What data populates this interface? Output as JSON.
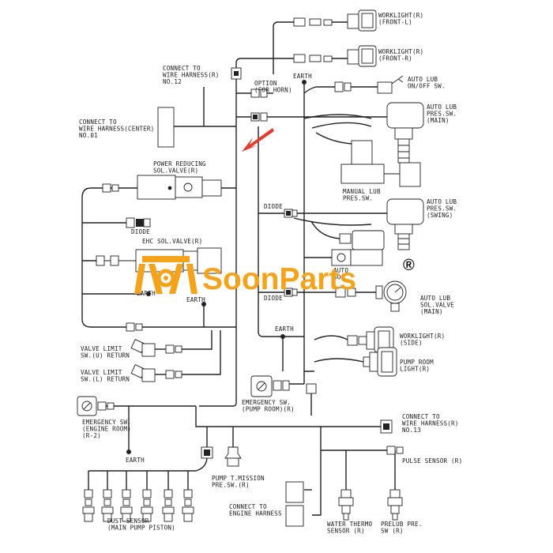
{
  "brand": {
    "name": "SoonParts",
    "mark": "®",
    "color": "#f5a31a",
    "arrow_color": "#e53b2e"
  },
  "labels": {
    "worklight_front_l": [
      "WORKLIGHT(R)",
      "(FRONT-L)"
    ],
    "worklight_front_r": [
      "WORKLIGHT(R)",
      "(FRONT-R)"
    ],
    "connect_wh12": [
      "CONNECT TO",
      "WIRE HARNESS(R)",
      "NO.12"
    ],
    "earth_top": "EARTH",
    "option_horn": [
      "OPTION",
      "(FOR HORN)"
    ],
    "auto_lub_onoff": [
      "AUTO LUB",
      "ON/OFF SW."
    ],
    "auto_lub_pres_main": [
      "AUTO LUB",
      "PRES.SW.",
      "(MAIN)"
    ],
    "connect_center": [
      "CONNECT TO",
      "WIRE HARNESS(CENTER)",
      "NO.01"
    ],
    "power_reducing": [
      "POWER REDUCING",
      "SOL.VALVE(R)"
    ],
    "manual_lub": [
      "MANUAL LUB",
      "PRES.SW."
    ],
    "diode_top": "DIODE",
    "auto_lub_pres_swing": [
      "AUTO LUB",
      "PRES.SW.",
      "(SWING)"
    ],
    "diode_left": "DIODE",
    "ehc_valve": "EHC SOL.VALVE(R)",
    "auto_partial": [
      "AUTO",
      "SO"
    ],
    "earth_left": "EARTH",
    "earth_mid": "EARTH",
    "diode_lower": "DIODE",
    "auto_lub_sol_main": [
      "AUTO LUB",
      "SOL.VALVE",
      "(MAIN)"
    ],
    "valve_limit_u": [
      "VALVE LIMIT",
      "SW.(U) RETURN"
    ],
    "valve_limit_l": [
      "VALVE LIMIT",
      "SW.(L) RETURN"
    ],
    "earth_right": "EARTH",
    "worklight_side": [
      "WORKLIGHT(R)",
      "(SIDE)"
    ],
    "pump_room_light": [
      "PUMP ROOM",
      "LIGHT(R)"
    ],
    "emergency_pump": [
      "EMERGENCY SW.",
      "(PUMP ROOM)(R)"
    ],
    "emergency_engine": [
      "EMERGENCY SW.",
      "(ENGINE ROOM)",
      "(R-2)"
    ],
    "connect_wh13": [
      "CONNECT TO",
      "WIRE HARNESS(R)",
      "NO.13"
    ],
    "earth_bottom": "EARTH",
    "pulse_sensor": "PULSE SENSOR (R)",
    "pump_tmission": [
      "PUMP T.MISSION",
      "PRE.SW.(R)"
    ],
    "connect_engine": [
      "CONNECT TO",
      "ENGINE HARNESS"
    ],
    "dust_sensor": [
      "DUST SENSOR",
      "(MAIN PUMP PISTON)"
    ],
    "water_thermo": [
      "WATER THERMO",
      "SENSOR (R)"
    ],
    "prelub": [
      "PRELUB PRE.",
      "SW (R)"
    ]
  }
}
